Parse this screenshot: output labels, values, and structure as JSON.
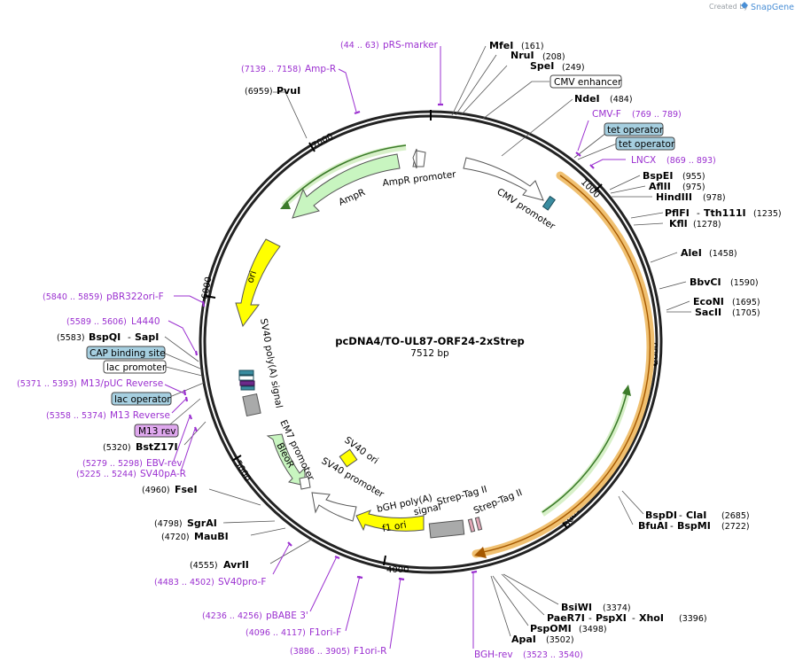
{
  "credit": {
    "prefix": "Created by",
    "brand": "SnapGene"
  },
  "plasmid": {
    "name": "pcDNA4/TO-UL87-ORF24-2xStrep",
    "length_label": "7512 bp",
    "length": 7512
  },
  "ticks": [
    {
      "label": "1000",
      "pos": 1000
    },
    {
      "label": "2000",
      "pos": 2000
    },
    {
      "label": "3000",
      "pos": 3000
    },
    {
      "label": "4000",
      "pos": 4000
    },
    {
      "label": "5000",
      "pos": 5000
    },
    {
      "label": "6000",
      "pos": 6000
    },
    {
      "label": "7000",
      "pos": 7000
    }
  ],
  "features": [
    {
      "name": "CMV promoter",
      "label": "CMV promoter"
    },
    {
      "name": "AmpR",
      "label": "AmpR"
    },
    {
      "name": "AmpR promoter",
      "label": "AmpR promoter"
    },
    {
      "name": "ori",
      "label": "ori"
    },
    {
      "name": "SV40 poly(A) signal",
      "label": "SV40 poly(A) signal"
    },
    {
      "name": "EM7 promoter",
      "label": "EM7 promoter"
    },
    {
      "name": "BleoR",
      "label": "BleoR"
    },
    {
      "name": "SV40 promoter",
      "label": "SV40 promoter"
    },
    {
      "name": "SV40 ori",
      "label": "SV40 ori"
    },
    {
      "name": "f1 ori",
      "label": "f1 ori"
    },
    {
      "name": "bGH poly(A) signal",
      "label": "bGH poly(A)\nsignal"
    },
    {
      "name": "Strep-Tag II a",
      "label": "Strep-Tag II"
    },
    {
      "name": "Strep-Tag II b",
      "label": "Strep-Tag II"
    }
  ],
  "sites": {
    "mfei": {
      "name": "MfeI",
      "pos": "(161)"
    },
    "nrui": {
      "name": "NruI",
      "pos": "(208)"
    },
    "spei": {
      "name": "SpeI",
      "pos": "(249)"
    },
    "cmv_enh": {
      "name": "CMV enhancer"
    },
    "ndei": {
      "name": "NdeI",
      "pos": "(484)"
    },
    "tet1": {
      "name": "tet operator"
    },
    "tet2": {
      "name": "tet operator"
    },
    "bspei": {
      "name": "BspEI",
      "pos": "(955)"
    },
    "aflii": {
      "name": "AflII",
      "pos": "(975)"
    },
    "hindiii": {
      "name": "HindIII",
      "pos": "(978)"
    },
    "pflfi": {
      "name": "PflFI",
      "name2": "Tth111I",
      "pos": "(1235)"
    },
    "kfli": {
      "name": "KflI",
      "pos": "(1278)"
    },
    "alei": {
      "name": "AleI",
      "pos": "(1458)"
    },
    "bbvci": {
      "name": "BbvCI",
      "pos": "(1590)"
    },
    "econi": {
      "name": "EcoNI",
      "pos": "(1695)"
    },
    "sacii": {
      "name": "SacII",
      "pos": "(1705)"
    },
    "bspdi": {
      "name": "BspDI",
      "name2": "ClaI",
      "pos": "(2685)"
    },
    "bfuai": {
      "name": "BfuAI",
      "name2": "BspMI",
      "pos": "(2722)"
    },
    "bsiwi": {
      "name": "BsiWI",
      "pos": "(3374)"
    },
    "paer7i": {
      "name": "PaeR7I",
      "name2": "PspXI",
      "name3": "XhoI",
      "pos": "(3396)"
    },
    "pspomi": {
      "name": "PspOMI",
      "pos": "(3498)"
    },
    "apai": {
      "name": "ApaI",
      "pos": "(3502)"
    },
    "avrii": {
      "name": "AvrII",
      "pos": "(4555)"
    },
    "maubi": {
      "name": "MauBI",
      "pos": "(4720)"
    },
    "sgrai": {
      "name": "SgrAI",
      "pos": "(4798)"
    },
    "fsei": {
      "name": "FseI",
      "pos": "(4960)"
    },
    "bstz17i": {
      "name": "BstZ17I",
      "pos": "(5320)"
    },
    "bspqi": {
      "name": "BspQI",
      "name2": "SapI",
      "pos": "(5583)"
    },
    "cap": {
      "name": "CAP binding site"
    },
    "lacprom": {
      "name": "lac promoter"
    },
    "lacop": {
      "name": "lac operator"
    },
    "m13rev": {
      "name": "M13 rev"
    },
    "pvui": {
      "name": "PvuI",
      "pos": "(6959)"
    }
  },
  "primers": {
    "prs": {
      "name": "pRS-marker",
      "pos": "(44 .. 63)"
    },
    "ampr": {
      "name": "Amp-R",
      "pos": "(7139 .. 7158)"
    },
    "cmvf": {
      "name": "CMV-F",
      "pos": "(769 .. 789)"
    },
    "lncx": {
      "name": "LNCX",
      "pos": "(869 .. 893)"
    },
    "pbr": {
      "name": "pBR322ori-F",
      "pos": "(5840 .. 5859)"
    },
    "l4440": {
      "name": "L4440",
      "pos": "(5589 .. 5606)"
    },
    "m13puc": {
      "name": "M13/pUC Reverse",
      "pos": "(5371 .. 5393)"
    },
    "m13r": {
      "name": "M13 Reverse",
      "pos": "(5358 .. 5374)"
    },
    "ebv": {
      "name": "EBV-rev",
      "pos": "(5279 .. 5298)"
    },
    "sv40pa": {
      "name": "SV40pA-R",
      "pos": "(5225 .. 5244)"
    },
    "sv40pro": {
      "name": "SV40pro-F",
      "pos": "(4483 .. 4502)"
    },
    "pbabe": {
      "name": "pBABE 3'",
      "pos": "(4236 .. 4256)"
    },
    "f1f": {
      "name": "F1ori-F",
      "pos": "(4096 .. 4117)"
    },
    "f1r": {
      "name": "F1ori-R",
      "pos": "(3886 .. 3905)"
    },
    "bgh": {
      "name": "BGH-rev",
      "pos": "(3523 .. 3540)"
    }
  },
  "colors": {
    "backbone": "#222222",
    "primer": "#9b30d0",
    "feature_green": "#c8f5c0",
    "feature_yellow": "#ffff00",
    "feature_gray": "#a9aaaa",
    "orf_orange": "#f0c070",
    "operator_box": "#a6cfe0",
    "m13_box": "#dfa8ee",
    "site_line": "#555555"
  }
}
